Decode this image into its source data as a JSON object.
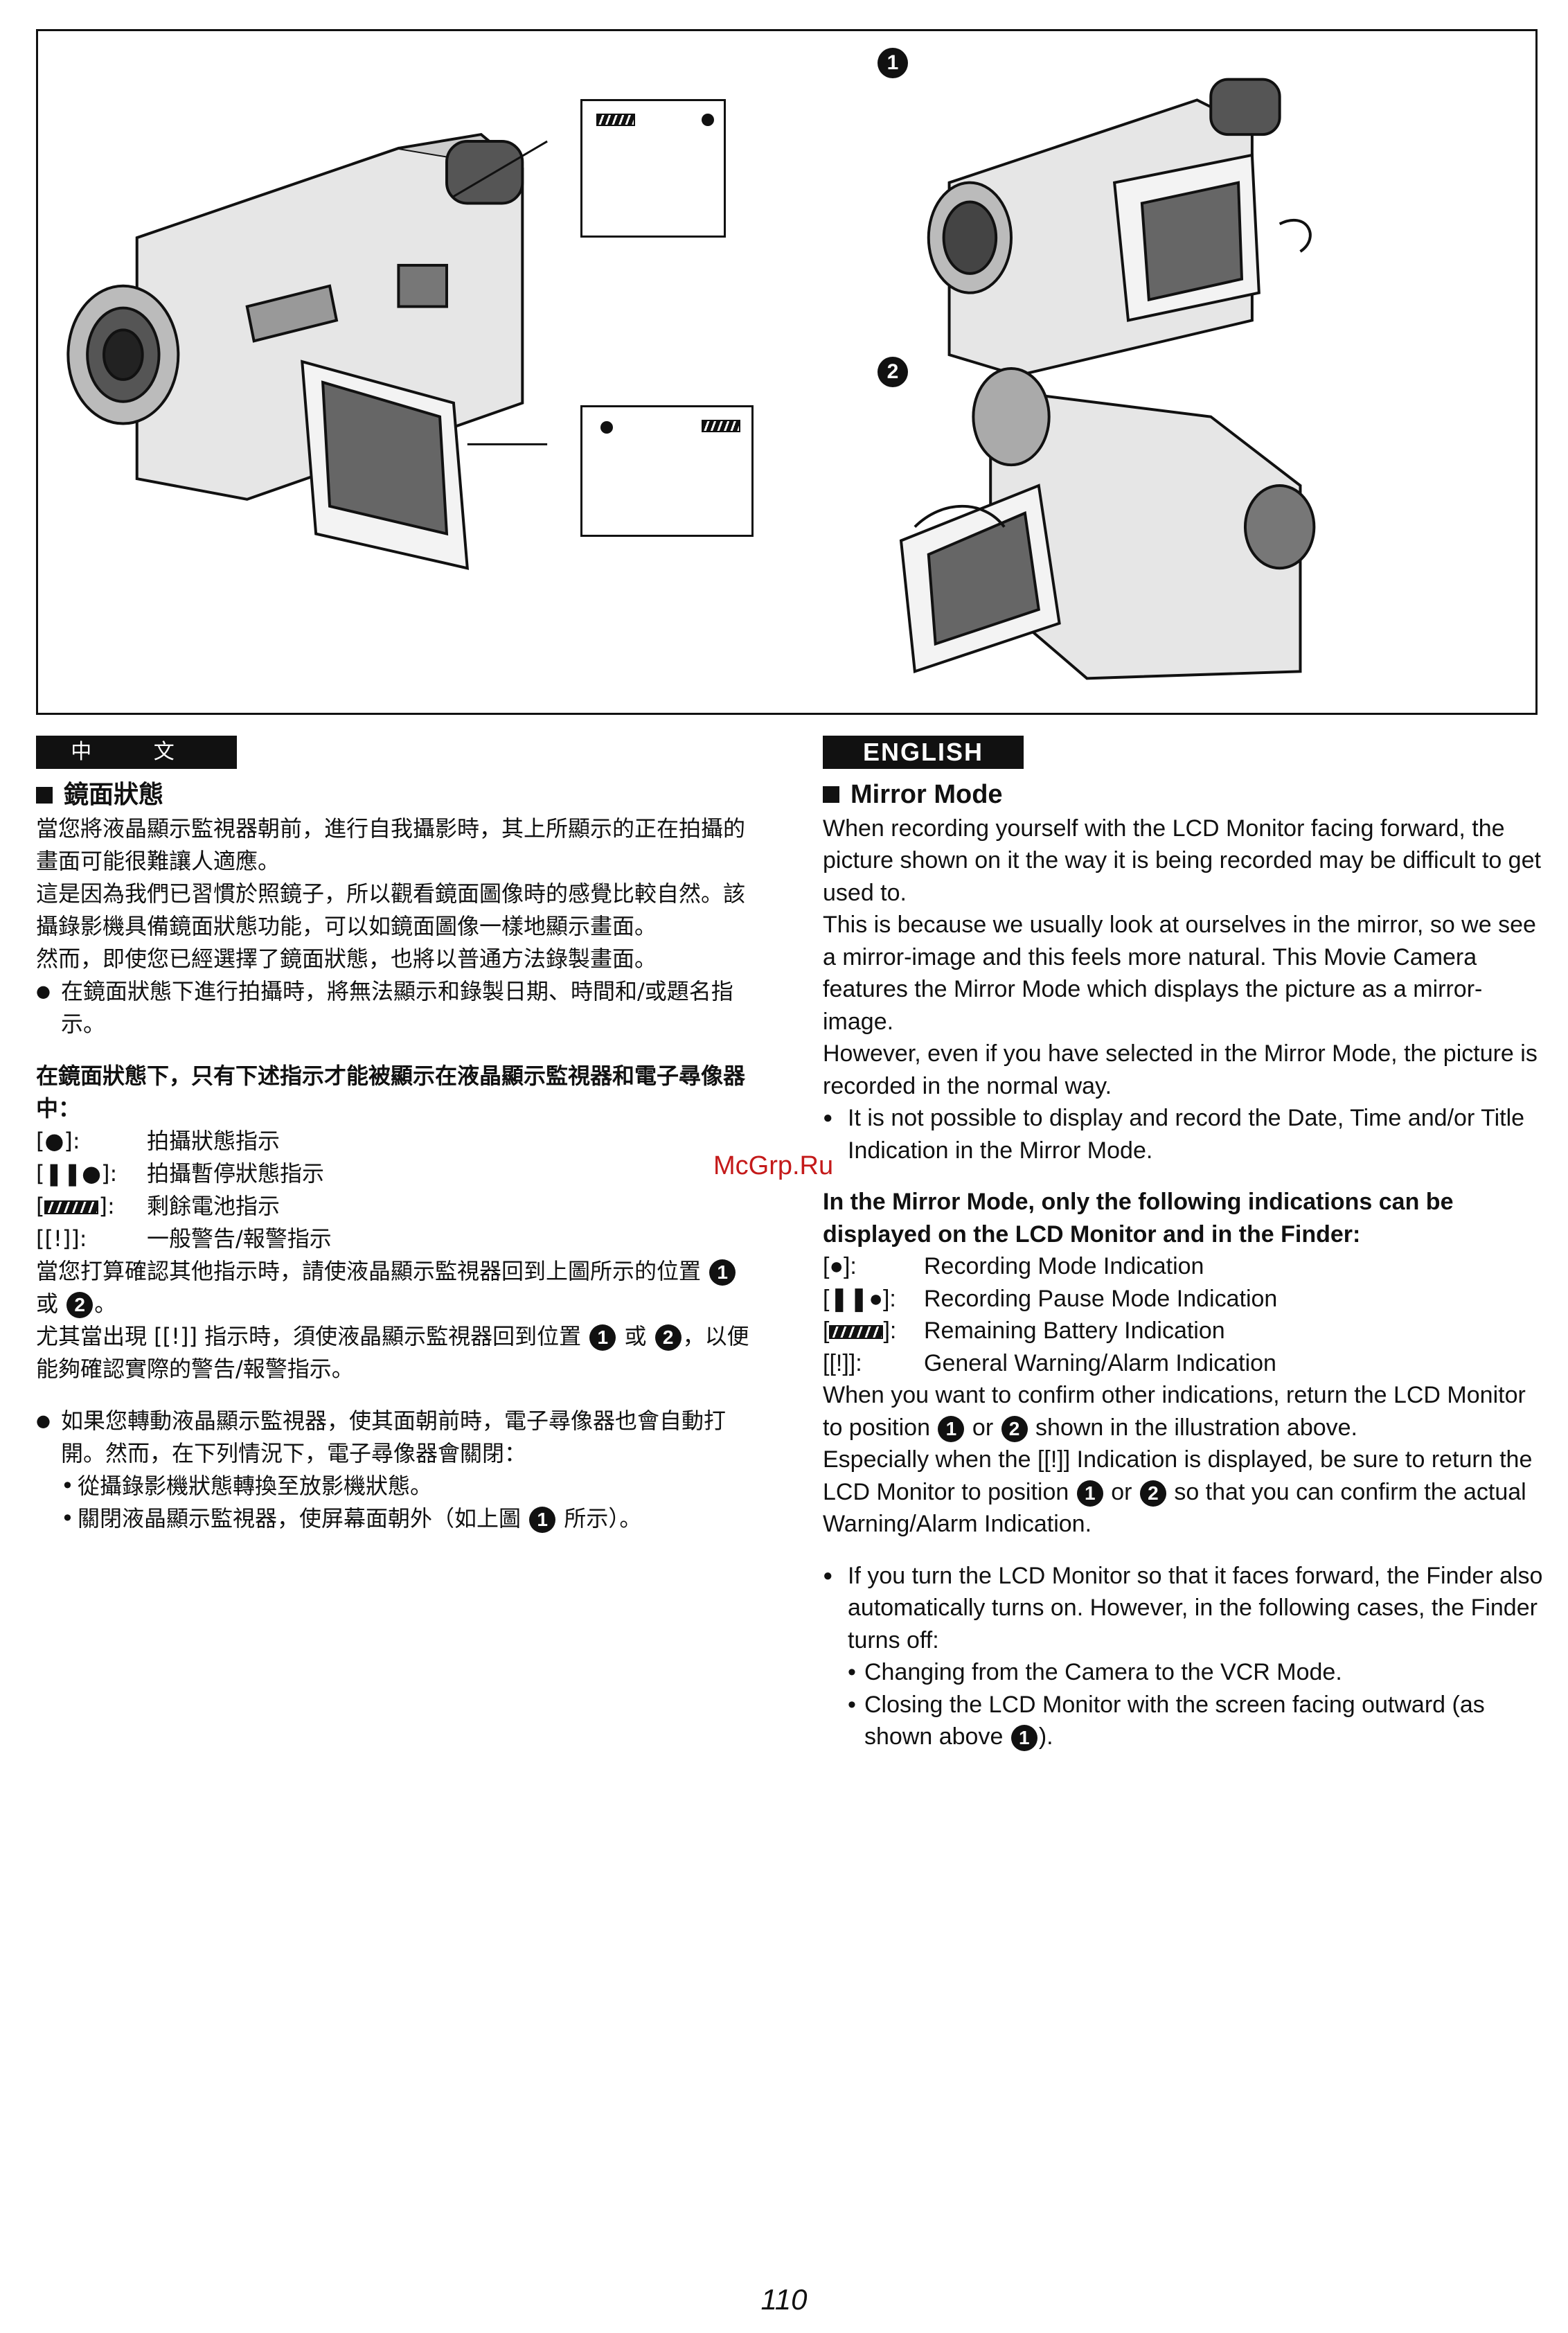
{
  "illustration": {
    "callouts": [
      "1",
      "2"
    ]
  },
  "chinese": {
    "tab": "中 文",
    "heading": "鏡面狀態",
    "para1": "當您將液晶顯示監視器朝前，進行自我攝影時，其上所顯示的正在拍攝的畫面可能很難讓人適應。",
    "para2": "這是因為我們已習慣於照鏡子，所以觀看鏡面圖像時的感覺比較自然。該攝錄影機具備鏡面狀態功能，可以如鏡面圖像一樣地顯示畫面。",
    "para3": "然而，即使您已經選擇了鏡面狀態，也將以普通方法錄製畫面。",
    "bullet1": "在鏡面狀態下進行拍攝時，將無法顯示和錄製日期、時間和/或題名指示。",
    "bold_intro": "在鏡面狀態下，只有下述指示才能被顯示在液晶顯示監視器和電子尋像器中：",
    "indications": [
      {
        "key": "[●]:",
        "label": "拍攝狀態指示"
      },
      {
        "key": "[❚❚●]:",
        "label": "拍攝暫停狀態指示"
      },
      {
        "key": "[",
        "key_end": "]:",
        "label": "剩餘電池指示"
      },
      {
        "key": "[[!]]:",
        "label": "一般警告/報警指示"
      }
    ],
    "para4a": "當您打算確認其他指示時，請使液晶顯示監視器回到上圖所示的位置",
    "para4b": "或",
    "para5a": "尤其當出現 [[!]] 指示時，須使液晶顯示監視器回到位置",
    "para5b": "或",
    "para5c": "，以便能夠確認實際的警告/報警指示。",
    "bullet2": "如果您轉動液晶顯示監視器，使其面朝前時，電子尋像器也會自動打開。然而，在下列情況下，電子尋像器會關閉：",
    "sub1": "從攝錄影機狀態轉換至放影機狀態。",
    "sub2a": "關閉液晶顯示監視器，使屏幕面朝外（如上圖",
    "sub2b": "所示）。"
  },
  "english": {
    "tab": "ENGLISH",
    "heading": "Mirror Mode",
    "para1": "When recording yourself with the LCD Monitor facing forward, the picture shown on it the way it is being recorded may be difficult to get used to.",
    "para2": "This is because we usually look at ourselves in the mirror, so we see a mirror-image and this feels more natural. This Movie Camera features the Mirror Mode which displays the picture as a mirror-image.",
    "para3": "However, even if you have selected in the Mirror Mode, the picture is recorded in the normal way.",
    "bullet1": "It is not possible to display and record the Date, Time and/or Title Indication in the Mirror Mode.",
    "bold_intro": "In the Mirror Mode, only the following indications can be displayed on the LCD Monitor and in the Finder:",
    "indications": [
      {
        "key": "[●]:",
        "label": "Recording Mode Indication"
      },
      {
        "key": "[❚❚●]:",
        "label": "Recording Pause Mode Indication"
      },
      {
        "key": "[",
        "key_end": "]:",
        "label": "Remaining Battery Indication"
      },
      {
        "key": "[[!]]:",
        "label": "General Warning/Alarm Indication"
      }
    ],
    "para4a": "When you want to confirm other indications, return the LCD Monitor to position",
    "para4b": "or",
    "para4c": "shown in the illustration above.",
    "para5a": "Especially when the [[!]] Indication is displayed, be sure to return the LCD Monitor to position",
    "para5b": "or",
    "para5c": "so that you can confirm the actual Warning/Alarm Indication.",
    "bullet2": "If you turn the LCD Monitor so that it faces forward, the Finder also automatically turns on. However, in the following cases, the Finder turns off:",
    "sub1": "Changing from the Camera to the VCR Mode.",
    "sub2a": "Closing the LCD Monitor with the screen facing outward (as shown above",
    "sub2b": ")."
  },
  "watermark": "McGrp.Ru",
  "page_number": "110"
}
